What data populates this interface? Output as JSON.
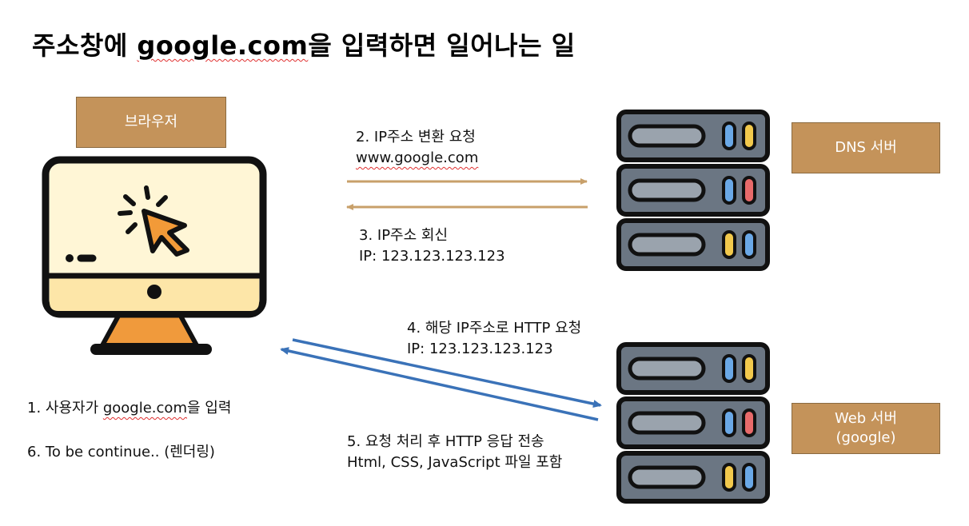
{
  "title": {
    "prefix": "주소창에 ",
    "url": "google.com",
    "suffix": "을 입력하면 일어나는 일"
  },
  "nodes": {
    "browser": "브라우저",
    "dns": "DNS 서버",
    "web_line1": "Web 서버",
    "web_line2": "(google)"
  },
  "steps": {
    "s2_line1": "2. IP주소 변환 요청",
    "s2_line2": "www.google.com",
    "s3_line1": "3. IP주소 회신",
    "s3_line2": "IP: 123.123.123.123",
    "s4_line1": "4. 해당 IP주소로  HTTP 요청",
    "s4_line2": "IP: 123.123.123.123",
    "s5_line1": "5. 요청 처리 후 HTTP 응답 전송",
    "s5_line2": "Html, CSS, JavaScript 파일 포함",
    "s1_prefix": "1. 사용자가 ",
    "s1_url": "google.com",
    "s1_suffix": "을 입력",
    "s6": "6. To be continue.. (렌더링)"
  },
  "colors": {
    "tag_fill": "#c4935a",
    "dns_arrow": "#c8a06a",
    "http_arrow": "#3a72b8",
    "server_body": "#6b7683",
    "monitor_screen": "#fff2cc",
    "cursor": "#f29a38"
  },
  "icons": {
    "computer": "desktop-monitor-icon",
    "server": "server-rack-icon"
  }
}
